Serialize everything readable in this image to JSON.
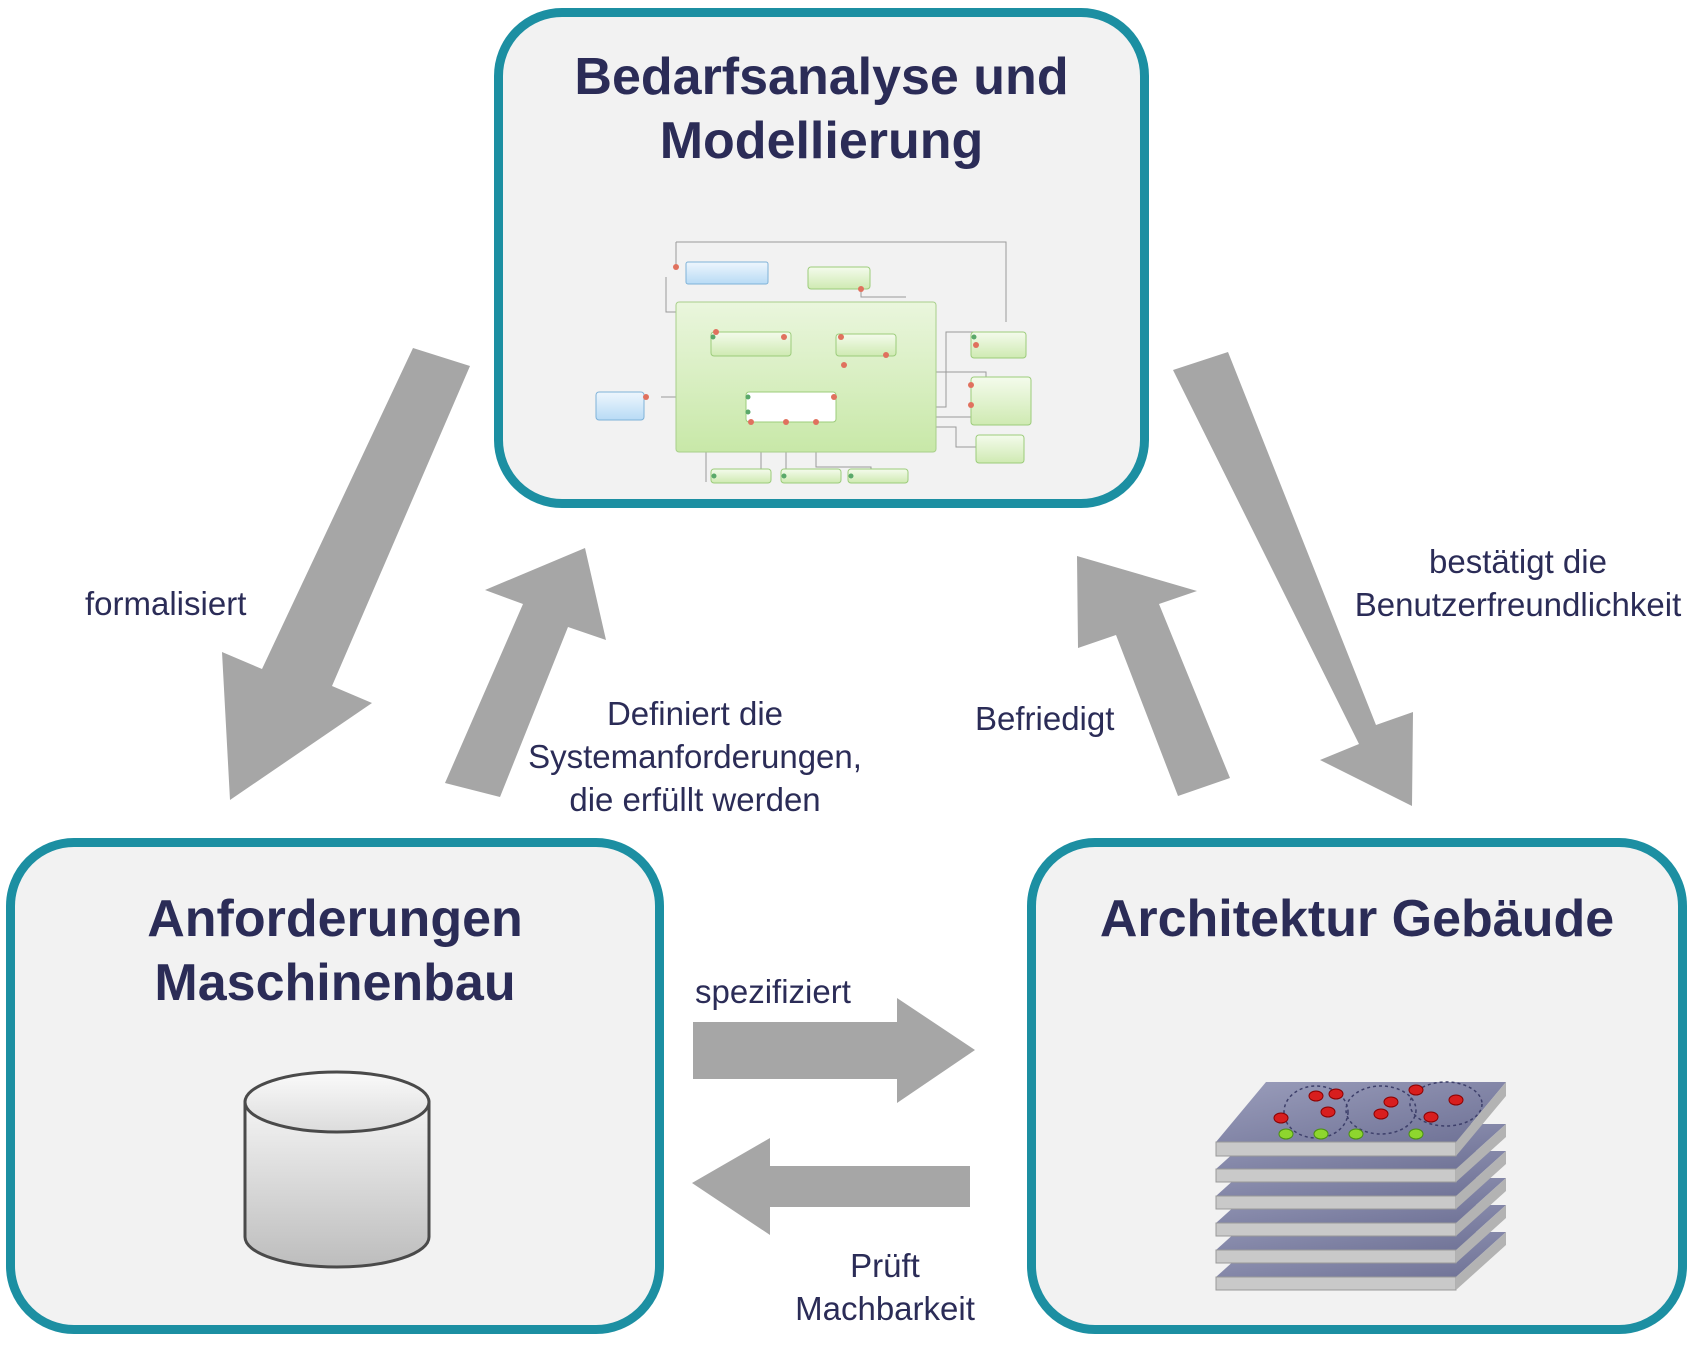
{
  "nodes": {
    "top": {
      "title_line1": "Bedarfsanalyse und",
      "title_line2": "Modellierung"
    },
    "left": {
      "title_line1": "Anforderungen",
      "title_line2": "Maschinenbau"
    },
    "right": {
      "title_line1": "Architektur Gebäude"
    }
  },
  "edges": {
    "formalisiert": "formalisiert",
    "bestaetigt_line1": "bestätigt die",
    "bestaetigt_line2": "Benutzerfreundlichkeit",
    "definiert_line1": "Definiert die",
    "definiert_line2": "Systemanforderungen,",
    "definiert_line3": "die erfüllt werden",
    "befriedigt": "Befriedigt",
    "spezifiziert": "spezifiziert",
    "prueft_line1": "Prüft",
    "prueft_line2": "Machbarkeit"
  },
  "colors": {
    "box_border": "#1c8fa2",
    "box_fill": "#f2f2f2",
    "text": "#2b2c57",
    "arrow": "#a6a6a6"
  }
}
